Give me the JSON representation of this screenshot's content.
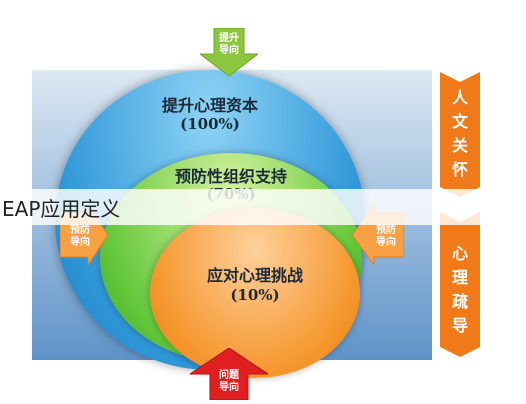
{
  "diagram": {
    "outer": {
      "title": "提升心理资本",
      "value": "(100%)"
    },
    "middle": {
      "title": "预防性组织支持",
      "value": "(70%)"
    },
    "inner": {
      "title": "应对心理挑战",
      "value": "(10%)"
    }
  },
  "arrows": {
    "top": {
      "label_line1": "提升",
      "label_line2": "导向",
      "color": "#8cc63f"
    },
    "left": {
      "label_line1": "预防",
      "label_line2": "导向",
      "color": "#f7a044"
    },
    "right": {
      "label_line1": "预防",
      "label_line2": "导向",
      "color": "#f7a044"
    },
    "bottom": {
      "label_line1": "问题",
      "label_line2": "导向",
      "color": "#e02020"
    }
  },
  "side_tabs": [
    {
      "chars": [
        "人",
        "文",
        "关",
        "怀"
      ],
      "color": "#f07a1a"
    },
    {
      "chars": [
        "心",
        "理",
        "疏",
        "导"
      ],
      "color": "#f07a1a"
    }
  ],
  "caption": "EAP应用定义"
}
